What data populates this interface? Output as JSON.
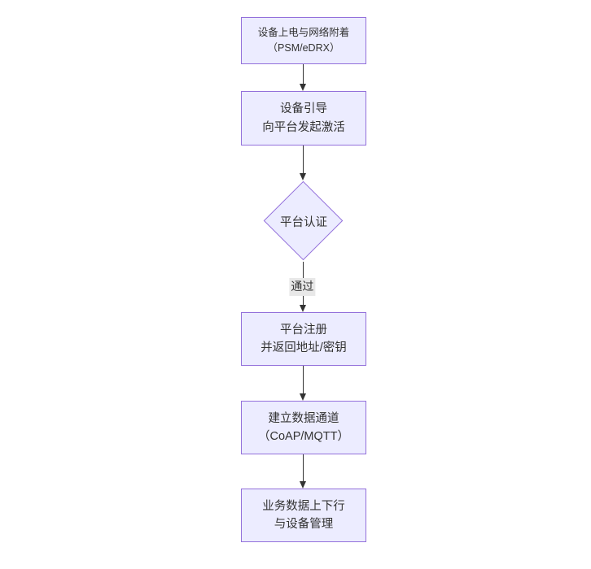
{
  "colors": {
    "canvas-bg": "#ffffff",
    "node-fill": "#ECECFF",
    "node-border": "#9370DB",
    "edge-color": "#333333",
    "label-bg": "#e8e8e8",
    "text-color": "#333333"
  },
  "diagram": {
    "type": "flowchart-top-down",
    "nodes": [
      {
        "id": "power-attach",
        "shape": "rect",
        "lines": [
          "设备上电与网络附着",
          "（PSM/eDRX）"
        ]
      },
      {
        "id": "bootstrap",
        "shape": "rect",
        "lines": [
          "设备引导",
          "向平台发起激活"
        ]
      },
      {
        "id": "platform-auth",
        "shape": "diamond",
        "lines": [
          "平台认证"
        ]
      },
      {
        "id": "register",
        "shape": "rect",
        "lines": [
          "平台注册",
          "并返回地址/密钥"
        ]
      },
      {
        "id": "data-channel",
        "shape": "rect",
        "lines": [
          "建立数据通道",
          "（CoAP/MQTT）"
        ]
      },
      {
        "id": "business-data",
        "shape": "rect",
        "lines": [
          "业务数据上下行",
          "与设备管理"
        ]
      }
    ],
    "edges": [
      {
        "from": "power-attach",
        "to": "bootstrap",
        "label": ""
      },
      {
        "from": "bootstrap",
        "to": "platform-auth",
        "label": ""
      },
      {
        "from": "platform-auth",
        "to": "register",
        "label": "通过"
      },
      {
        "from": "register",
        "to": "data-channel",
        "label": ""
      },
      {
        "from": "data-channel",
        "to": "business-data",
        "label": ""
      }
    ]
  }
}
